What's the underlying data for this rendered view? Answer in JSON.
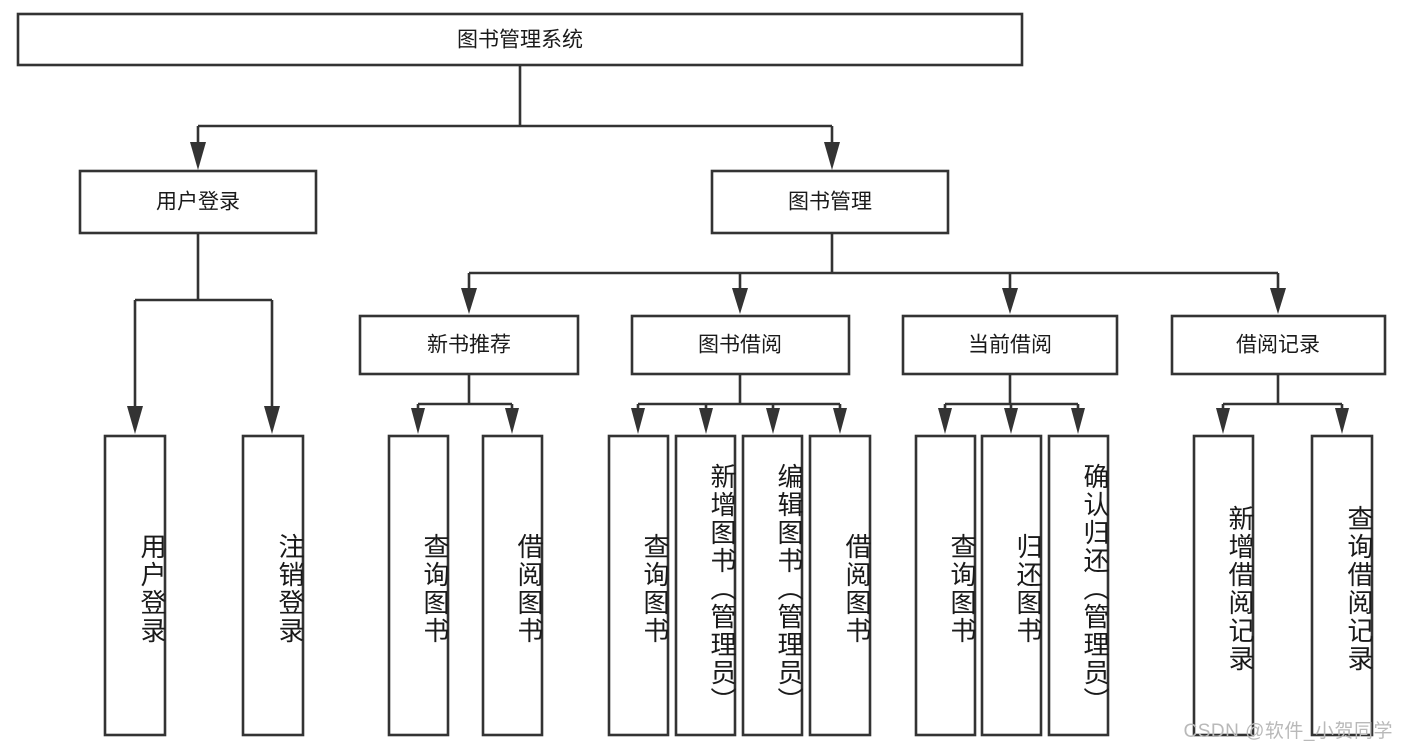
{
  "diagram": {
    "type": "tree-hierarchy-chart",
    "title": "图书管理系统",
    "watermark": "CSDN @软件_小贺同学",
    "colors": {
      "stroke": "#333333",
      "box_fill": "#ffffff",
      "text": "#1a1a1a",
      "background": "#ffffff",
      "watermark": "#b9b9b9"
    },
    "root": {
      "label": "图书管理系统"
    },
    "level2": [
      {
        "label": "用户登录"
      },
      {
        "label": "图书管理"
      }
    ],
    "level3": [
      {
        "label": "新书推荐"
      },
      {
        "label": "图书借阅"
      },
      {
        "label": "当前借阅"
      },
      {
        "label": "借阅记录"
      }
    ],
    "leaves": {
      "user_login": [
        {
          "label": "用户登录"
        },
        {
          "label": "注销登录"
        }
      ],
      "new_book_recommend": [
        {
          "label": "查询图书"
        },
        {
          "label": "借阅图书"
        }
      ],
      "book_borrow": [
        {
          "label": "查询图书"
        },
        {
          "label": "新增图书（管理员）"
        },
        {
          "label": "编辑图书（管理员）"
        },
        {
          "label": "借阅图书"
        }
      ],
      "current_borrow": [
        {
          "label": "查询图书"
        },
        {
          "label": "归还图书"
        },
        {
          "label": "确认归还（管理员）"
        }
      ],
      "borrow_record": [
        {
          "label": "新增借阅记录"
        },
        {
          "label": "查询借阅记录"
        }
      ]
    }
  }
}
